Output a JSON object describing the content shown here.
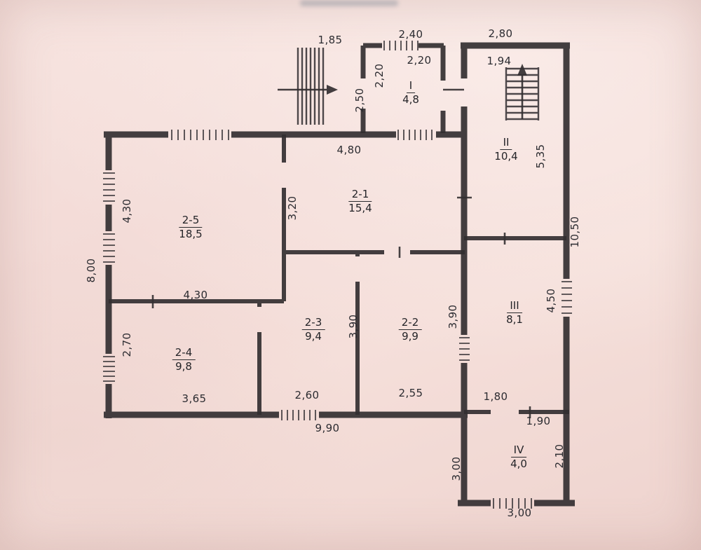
{
  "colors": {
    "paper": "#f3dcd7",
    "ink": "#2c2a2c"
  },
  "rooms": {
    "r2_5": {
      "number": "2-5",
      "area": "18,5"
    },
    "r2_1": {
      "number": "2-1",
      "area": "15,4"
    },
    "r2_4": {
      "number": "2-4",
      "area": "9,8"
    },
    "r2_3": {
      "number": "2-3",
      "area": "9,4"
    },
    "r2_2": {
      "number": "2-2",
      "area": "9,9"
    },
    "r1": {
      "number": "I",
      "area": "4,8"
    },
    "r2": {
      "number": "II",
      "area": "10,4"
    },
    "r3": {
      "number": "III",
      "area": "8,1"
    },
    "r4": {
      "number": "IV",
      "area": "4,0"
    }
  },
  "dims": {
    "porch_width": "1,85",
    "room_i_width": "2,40",
    "wing_width": "2,80",
    "room_i_window": "2,20",
    "room_i_depth": "2,20",
    "porch_depth": "2,50",
    "stair_width": "1,94",
    "wing_upper_height": "5,35",
    "room_21_width": "4,80",
    "room_21_height": "3,20",
    "room_25_width": "4,30",
    "room_25_height": "4,30",
    "left_height": "8,00",
    "room_24_height": "2,70",
    "room_24_width": "3,65",
    "room_23_width": "2,60",
    "room_23_height": "3,90",
    "room_22_height": "3,90",
    "room_22_width": "2,55",
    "bottom_width": "9,90",
    "wing_right_height": "10,50",
    "room_3_height": "4,50",
    "room_3_bottom": "1,80",
    "room_4_top": "1,90",
    "room_4_height": "2,10",
    "room_4_left": "3,00",
    "room_4_bottom": "3,00"
  }
}
